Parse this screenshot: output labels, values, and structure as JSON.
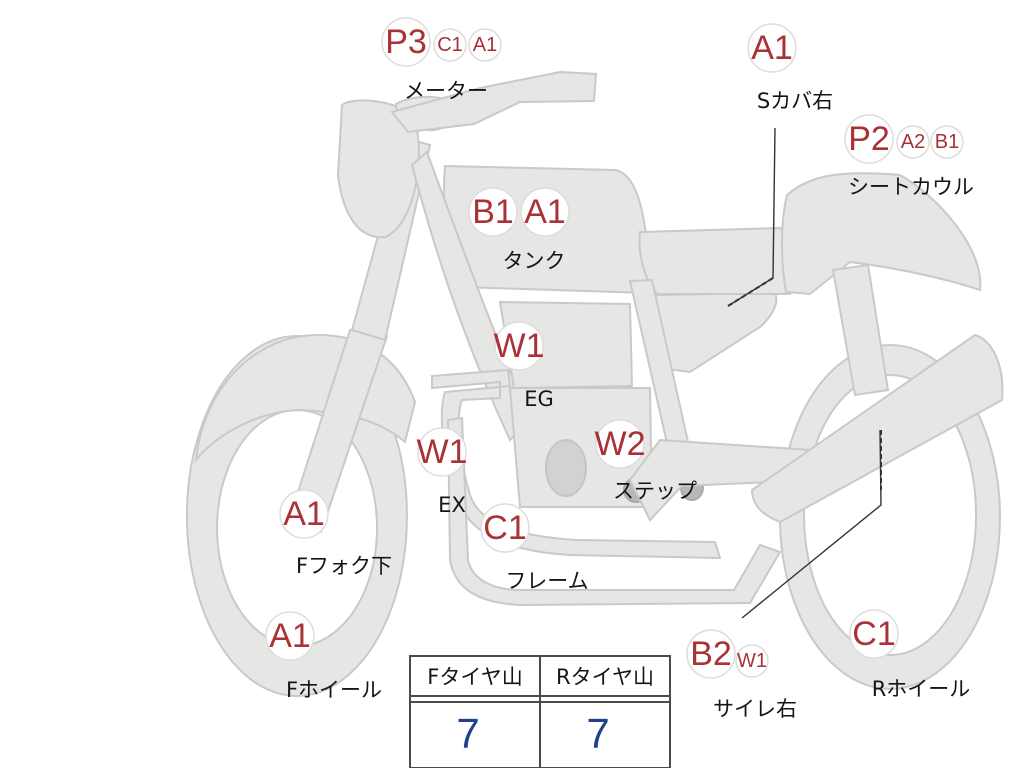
{
  "colors": {
    "bike_fill": "#e6e6e4",
    "bike_stroke": "#c9c9c7",
    "badge_ring": "#dcdcdc",
    "badge_text": "#a83236",
    "caption_text": "#151515",
    "table_border": "#4a4a4a",
    "table_value": "#23408c",
    "leader_line": "#333333"
  },
  "parts": {
    "meter": {
      "label": "メーター",
      "grades": [
        "P3",
        "C1",
        "A1"
      ]
    },
    "side_cover_right": {
      "label": "Sカバ右",
      "grades": [
        "A1"
      ]
    },
    "seat_cowl": {
      "label": "シートカウル",
      "grades": [
        "P2",
        "A2",
        "B1"
      ]
    },
    "tank": {
      "label": "タンク",
      "grades": [
        "B1",
        "A1"
      ]
    },
    "engine": {
      "label": "EG",
      "grades": [
        "W1"
      ]
    },
    "exhaust": {
      "label": "EX",
      "grades": [
        "W1"
      ]
    },
    "step": {
      "label": "ステップ",
      "grades": [
        "W2"
      ]
    },
    "frame": {
      "label": "フレーム",
      "grades": [
        "C1"
      ]
    },
    "front_fork_lower": {
      "label": "Fフォク下",
      "grades": [
        "A1"
      ]
    },
    "front_wheel": {
      "label": "Fホイール",
      "grades": [
        "A1"
      ]
    },
    "muffler_right": {
      "label": "サイレ右",
      "grades": [
        "B2",
        "W1"
      ]
    },
    "rear_wheel": {
      "label": "Rホイール",
      "grades": [
        "C1"
      ]
    }
  },
  "tire_table": {
    "front_header": "Fタイヤ山",
    "rear_header": "Rタイヤ山",
    "front_value": "7",
    "rear_value": "7"
  }
}
